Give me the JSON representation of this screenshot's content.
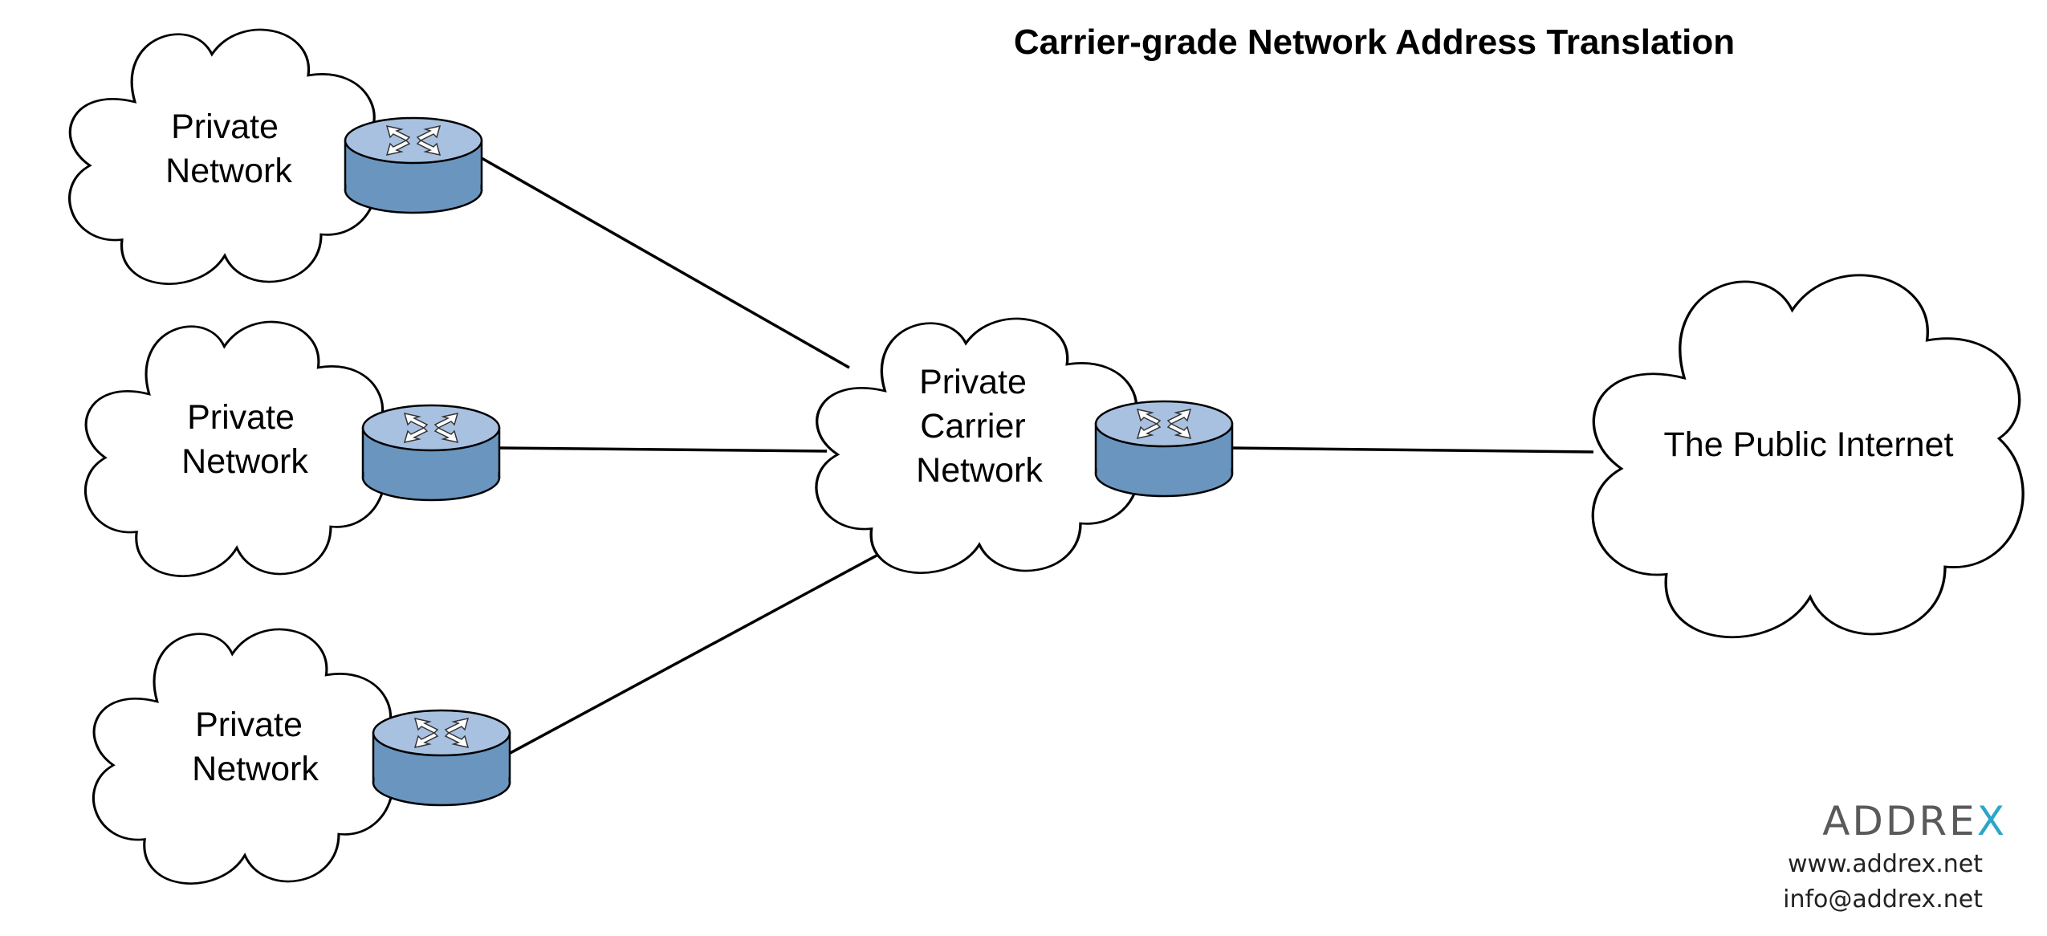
{
  "title": "Carrier-grade Network Address Translation",
  "nodes": {
    "private_network_1": {
      "line1": "Private",
      "line2": "Network"
    },
    "private_network_2": {
      "line1": "Private",
      "line2": "Network"
    },
    "private_network_3": {
      "line1": "Private",
      "line2": "Network"
    },
    "carrier_network": {
      "line1": "Private",
      "line2": "Carrier",
      "line3": "Network"
    },
    "public_internet": {
      "label": "The Public Internet"
    }
  },
  "icons": {
    "router": "router-icon",
    "cloud": "cloud-icon"
  },
  "colors": {
    "router_top": "#a9c1e0",
    "router_side": "#6a95bf",
    "link": "#000000",
    "brand_gray": "#5a5a5a",
    "brand_accent": "#2aa6c9"
  },
  "brand": {
    "logo_main": "ADDRE",
    "logo_accent": "X",
    "website": "www.addrex.net",
    "email": "info@addrex.net"
  }
}
